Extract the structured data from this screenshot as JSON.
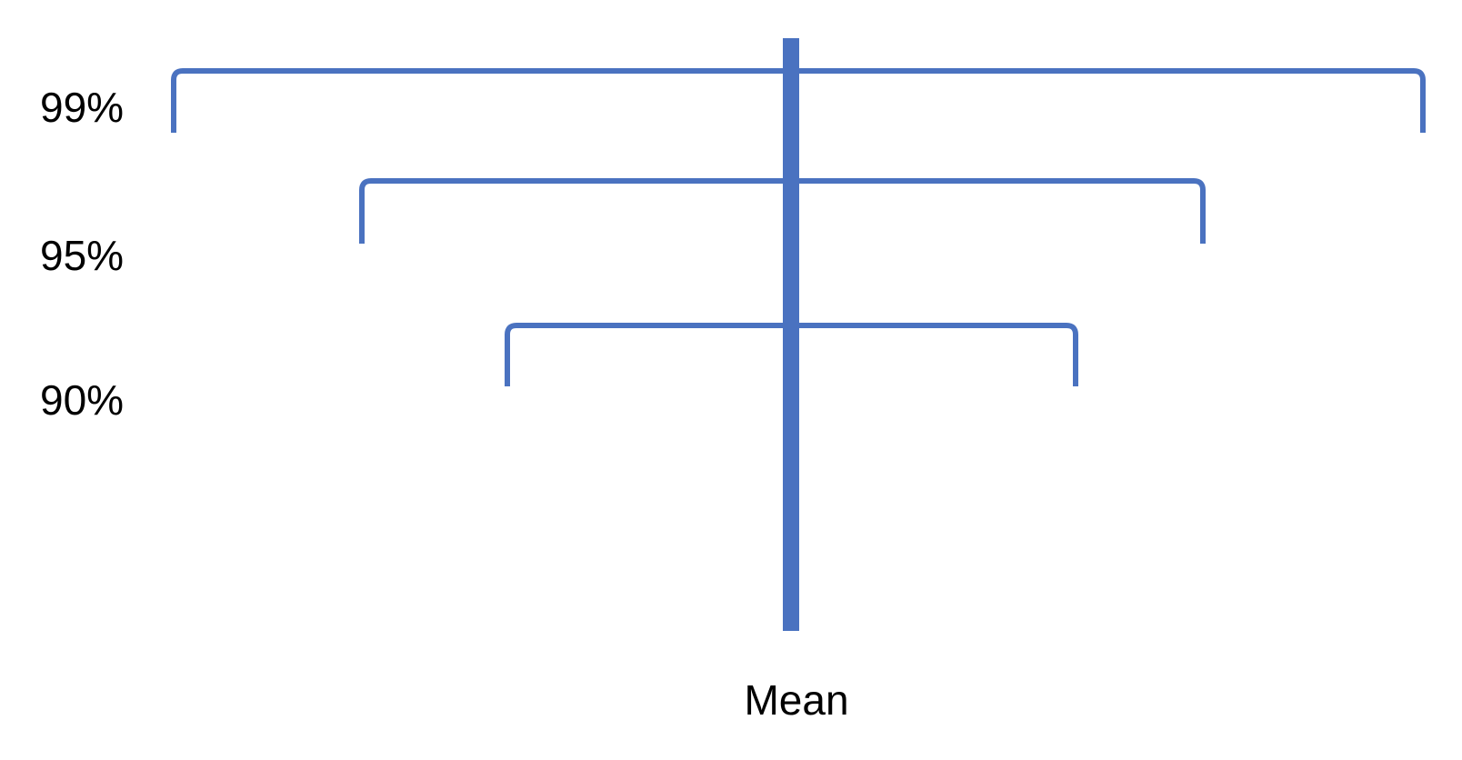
{
  "diagram": {
    "mean_label": "Mean",
    "line_color": "#4a72c0",
    "intervals": [
      {
        "label": "99%"
      },
      {
        "label": "95%"
      },
      {
        "label": "90%"
      }
    ]
  }
}
